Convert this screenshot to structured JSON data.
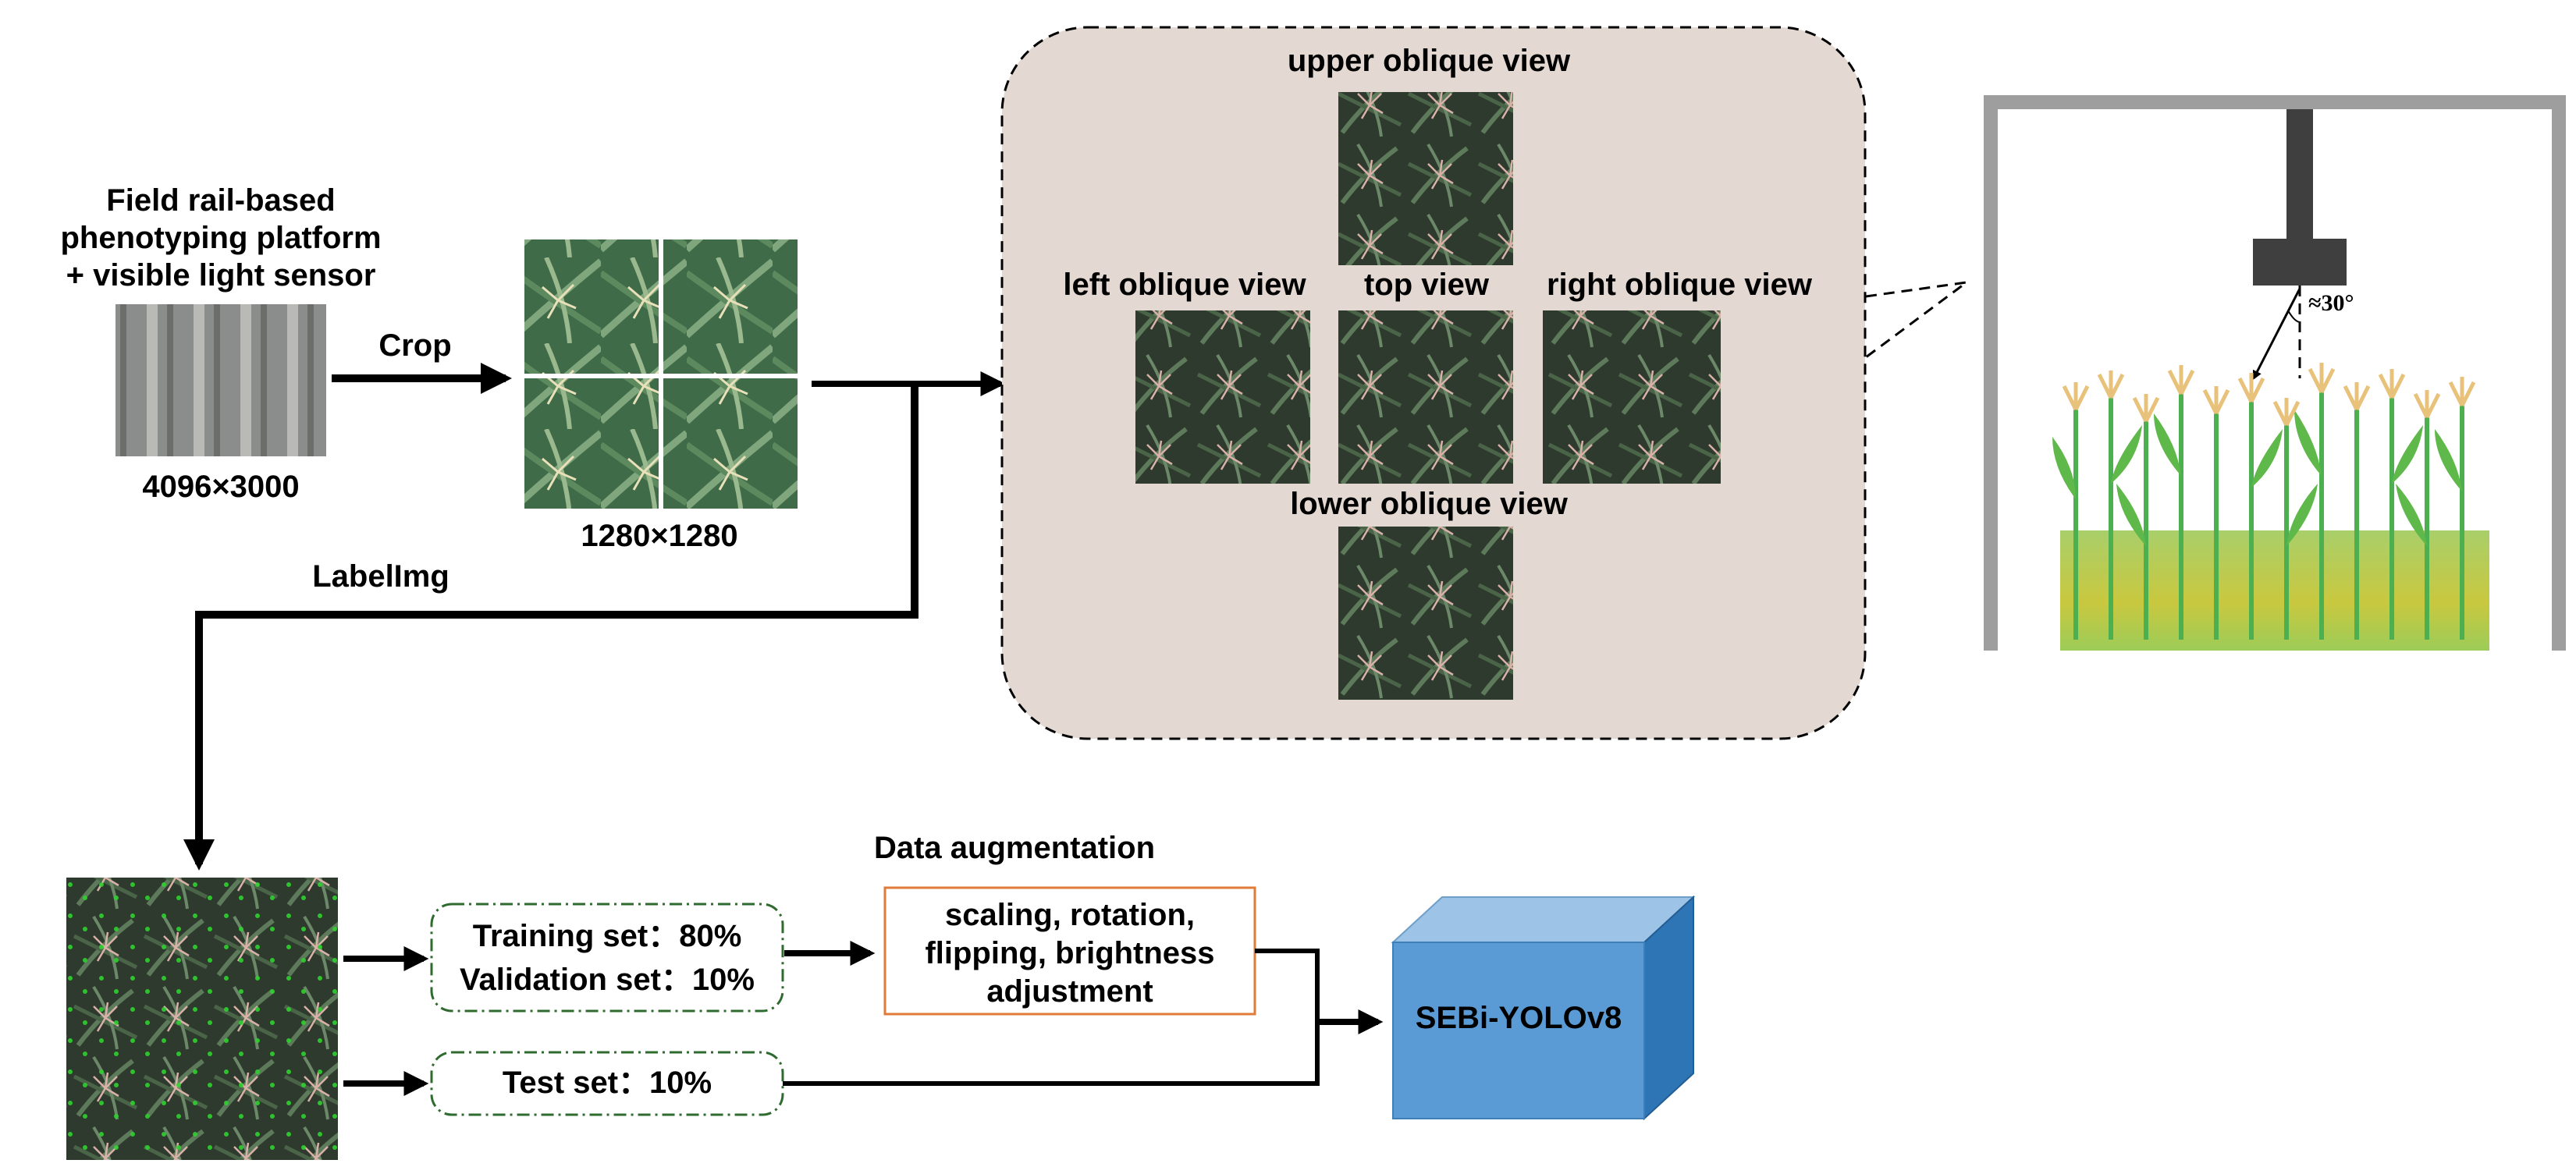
{
  "platform": {
    "title_lines": [
      "Field rail-based",
      "phenotyping platform",
      "+ visible light sensor"
    ],
    "raw_resolution": "4096×3000"
  },
  "crop": {
    "label": "Crop",
    "resolution": "1280×1280"
  },
  "labelimg": {
    "label": "LabelImg"
  },
  "views": {
    "upper": "upper oblique view",
    "left": "left oblique view",
    "top": "top view",
    "right": "right oblique view",
    "lower": "lower oblique view"
  },
  "camera": {
    "angle": "≈30°"
  },
  "splits": {
    "train": "Training set：80%",
    "val": "Validation set：10%",
    "test": "Test set：10%"
  },
  "augmentation": {
    "title": "Data augmentation",
    "lines": [
      "scaling, rotation,",
      "flipping, brightness",
      "adjustment"
    ]
  },
  "model": {
    "name": "SEBi-YOLOv8"
  },
  "colors": {
    "views_panel_bg": "#e3d9d2",
    "aug_border": "#e07b39",
    "split_border": "#2f6b2f",
    "cube_front": "#5b9bd5",
    "cube_top": "#9dc3e6",
    "cube_side": "#2e75b6",
    "crop_green": "#4a7a4a",
    "tassel": "#e8c27a"
  }
}
